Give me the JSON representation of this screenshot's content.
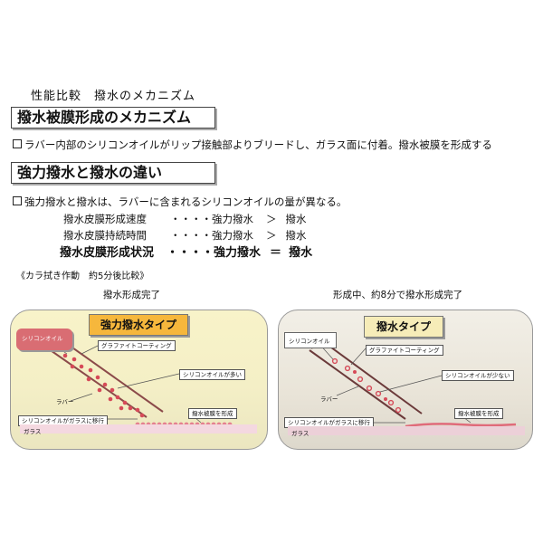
{
  "subtitle": "性能比較　撥水のメカニズム",
  "section1": {
    "heading": "撥水被膜形成のメカニズム",
    "text": "ラバー内部のシリコンオイルがリップ接触部よりブリードし、ガラス面に付着。撥水被膜を形成する"
  },
  "section2": {
    "heading": "強力撥水と撥水の違い",
    "intro": "強力撥水と撥水は、ラバーに含まれるシリコンオイルの量が異なる。",
    "rows": [
      {
        "label": "撥水皮膜形成速度",
        "dots": "・・・・",
        "a": "強力撥水",
        "op": "＞",
        "b": "撥水"
      },
      {
        "label": "撥水皮膜持続時間",
        "dots": "・・・・",
        "a": "強力撥水",
        "op": "＞",
        "b": "撥水"
      },
      {
        "label": "撥水皮膜形成状況",
        "dots": "・・・・",
        "a": "強力撥水",
        "op": "＝",
        "b": "撥水"
      }
    ],
    "note": "《カラ拭き作動　約5分後比較》"
  },
  "left_panel": {
    "caption": "撥水形成完了",
    "title": "強力撥水タイプ",
    "oil_label": "シリコンオイル",
    "coating_label": "グラファイトコーティング",
    "oil_amount_label": "シリコンオイルが多い",
    "rubber_label": "ラバー",
    "film_label": "撥水被膜を形成",
    "transfer_label": "シリコンオイルがガラスに移行",
    "glass_label": "ガラス"
  },
  "right_panel": {
    "caption": "形成中、約8分で撥水形成完了",
    "title": "撥水タイプ",
    "oil_label": "シリコンオイル",
    "coating_label": "グラファイトコーティング",
    "oil_amount_label": "シリコンオイルが少ない",
    "rubber_label": "ラバー",
    "film_label": "撥水被膜を形成",
    "transfer_label": "シリコンオイルがガラスに移行",
    "glass_label": "ガラス"
  },
  "colors": {
    "left_title_bg": "#f6b73c",
    "right_title_bg": "#f6ecb8",
    "oil_box": "#d96d73",
    "dot": "#d64a58"
  }
}
